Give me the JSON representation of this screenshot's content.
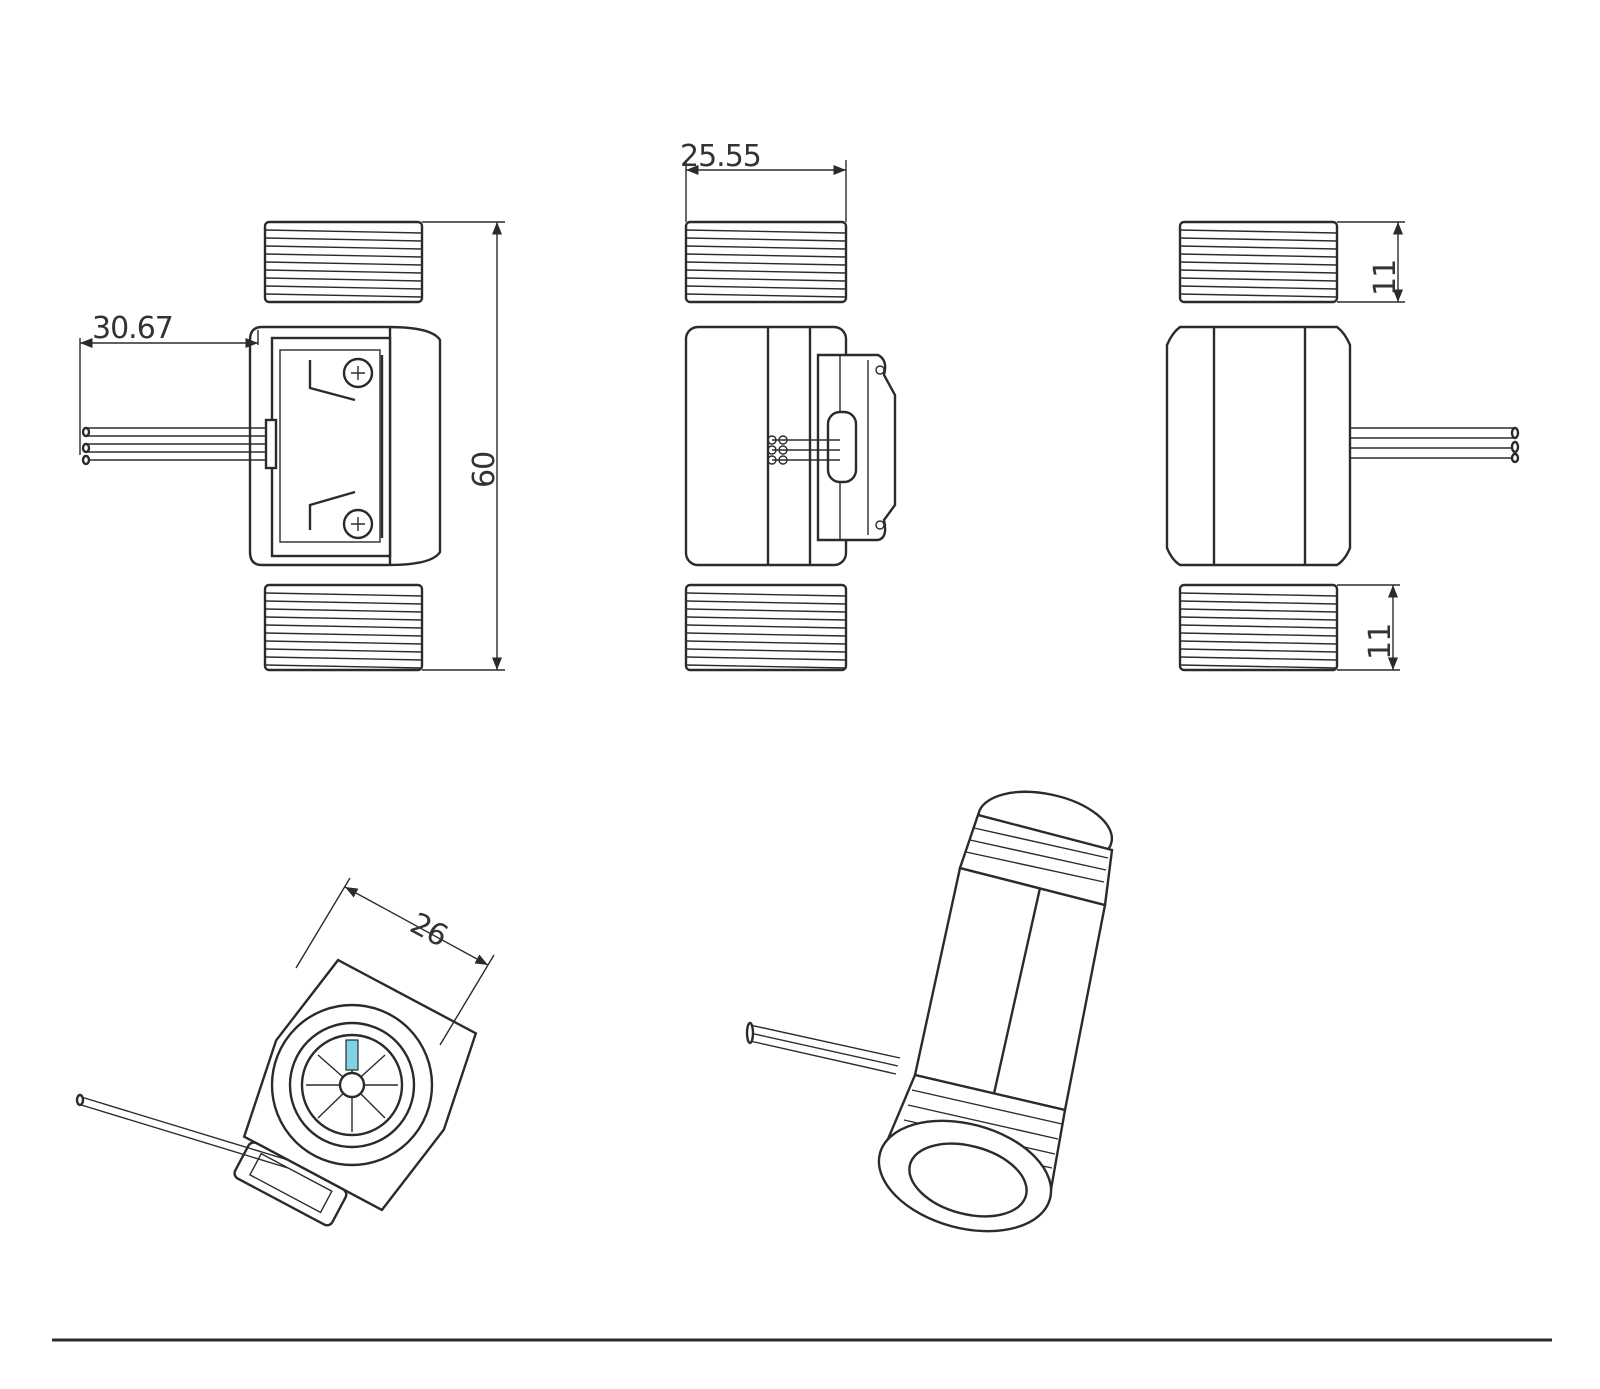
{
  "colors": {
    "line": "#2b2b2b",
    "background": "#ffffff",
    "accent_blade": "#7fd3e6"
  },
  "dimensions": {
    "front_wire_length": "30.67",
    "front_height": "60",
    "side_width": "25.55",
    "rear_thread_top": "11",
    "rear_thread_bottom": "11",
    "end_hex_width": "26"
  }
}
